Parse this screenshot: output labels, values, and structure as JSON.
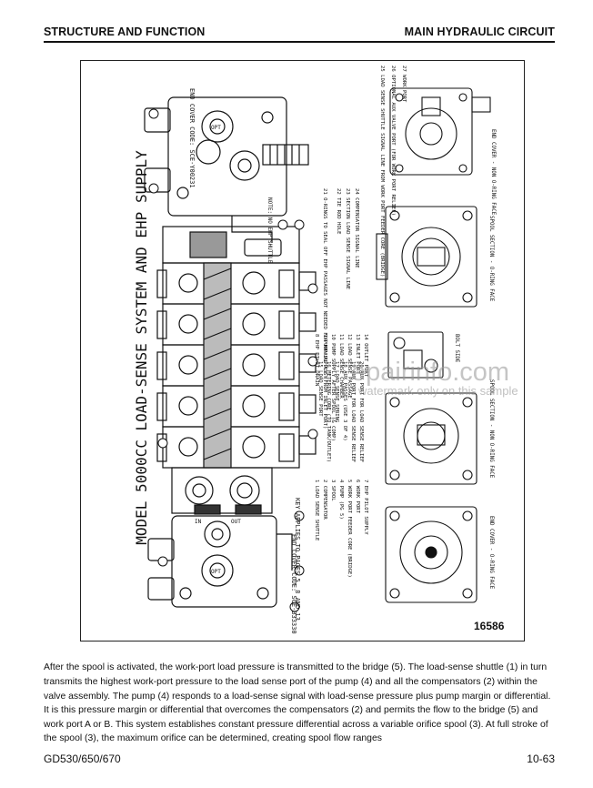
{
  "header": {
    "left": "STRUCTURE AND FUNCTION",
    "right": "MAIN HYDRAULIC CIRCUIT"
  },
  "figure": {
    "title": "MODEL 5000CC LOAD-SENSE SYSTEM AND EHP SUPPLY",
    "figure_number": "16586",
    "end_cover_top": "END COVER CODE: SCE-Y00231",
    "end_cover_bottom": "END COVER CODE: SCE-B33330",
    "key_title": "KEY APPLIES TO PAGES 5, 8 AND 13",
    "note": "NOTE: NO EHP SHUTTLE",
    "key_col1": [
      "1 LOAD SENSE SHUTTLE",
      "2 COMPENSATOR",
      "3 SPOOL",
      "4 PUMP (PG 5)",
      "5 WORK PORT FEEDER CORE (BRIDGE)",
      "6 WORK PORT",
      "7 EHP PILOT SUPPLY"
    ],
    "key_col2": [
      "8 EHP PILOT DRAIN",
      "9 PUMP SUPPLY (FROM INLET PORT)",
      "10 PUMP SUPPLY AFTER SPOOL (& COMP)",
      "11 LOAD SENSE CHAMBER",
      "12 LOAD SENSE PASSAGE",
      "13 INLET PORT",
      "14 OUTLET PORT"
    ],
    "key_col3": [
      "15 LOAD SENSE PORT",
      "16 METERING CORE (TO TANK/OUTLET)",
      "17 LOAD SENSE SPRING",
      "18 AUX PASSES (USE 3 OF 4)",
      "19 AUX PORT FOR LOAD SENSE RELIEF",
      "20 AUX PORT FOR LOAD SENSE RELIEF"
    ],
    "key_col4": [
      "21 O-RINGS TO SEAL OFF EHP PASSAGES NOT NEEDED FOR MANUAL ASSY",
      "22 TIE ROD HOLE",
      "23 SECTION LOAD SENSE SIGNAL LINE",
      "24 COMPENSATOR SIGNAL LINE"
    ],
    "key_col5": [
      "25 LOAD SENSE SHUTTLE SIGNAL LINE FROM WORK PORT FEEDER CORE (BRIDGE)",
      "26 OPTIONAL AUX VALVE PORT (FOR WORK PORT RELIEF)",
      "27 WORK PORT"
    ],
    "view_labels": [
      "END COVER - NON O-RING FACE",
      "SPOOL SECTION - O-RING FACE",
      "BOLT SIDE",
      "SPOOL SECTION - NON O-RING FACE",
      "END COVER - O-RING FACE"
    ],
    "labels": {
      "opt": "OPT",
      "in": "IN",
      "out": "OUT"
    }
  },
  "body_text": "After the spool is activated, the work-port load pressure is transmitted to the bridge (5). The load-sense shuttle (1) in turn transmits the highest work-port pressure to the load sense port of the pump (4) and all the compensators (2) within the valve assembly. The pump (4) responds to a load-sense signal with load-sense pressure plus pump margin or differential. It is this pressure margin or differential that overcomes the compensators (2) and permits the flow to the bridge (5) and work port A or B. This system establishes constant pressure differential across a variable orifice spool (3). At full stroke of the spool (3), the maximum orifice can be determined, creating spool flow ranges",
  "footer": {
    "left": "GD530/650/670",
    "right": "10-63"
  },
  "watermark": {
    "line1": "epairinfo.com",
    "line2": "watermark only on this sample"
  }
}
